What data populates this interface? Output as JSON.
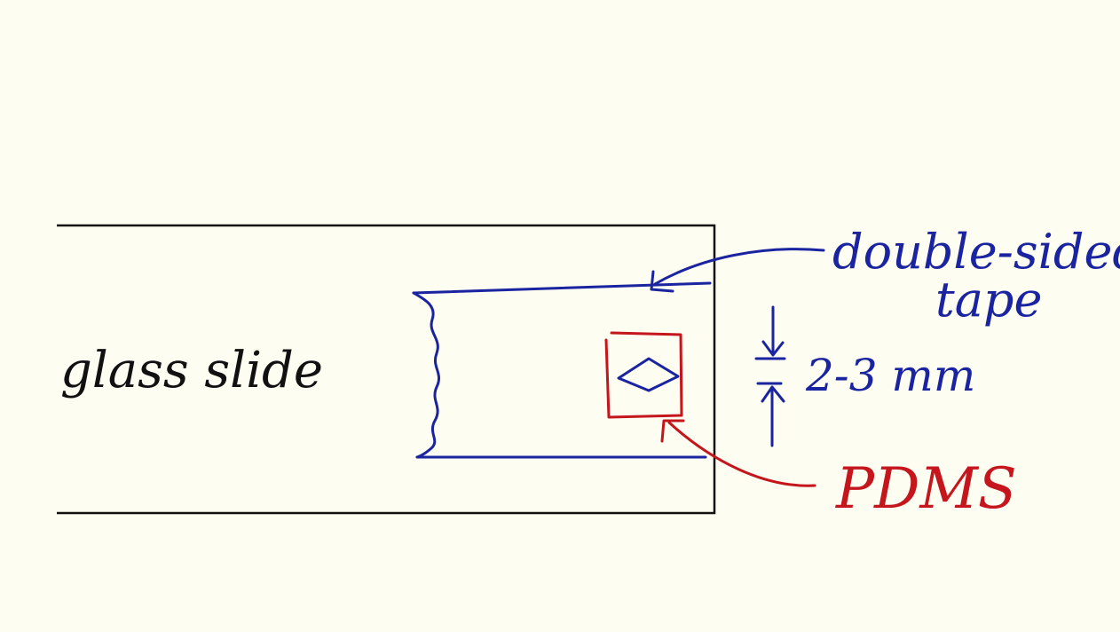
{
  "colors": {
    "background": "#fefdf1",
    "glass_outline": "#111111",
    "tape": "#1b24a0",
    "pdms": "#c4161c"
  },
  "labels": {
    "glass_slide": "glass slide",
    "tape_line1": "double-sided",
    "tape_line2": "tape",
    "gap": "2-3 mm",
    "pdms": "PDMS"
  }
}
